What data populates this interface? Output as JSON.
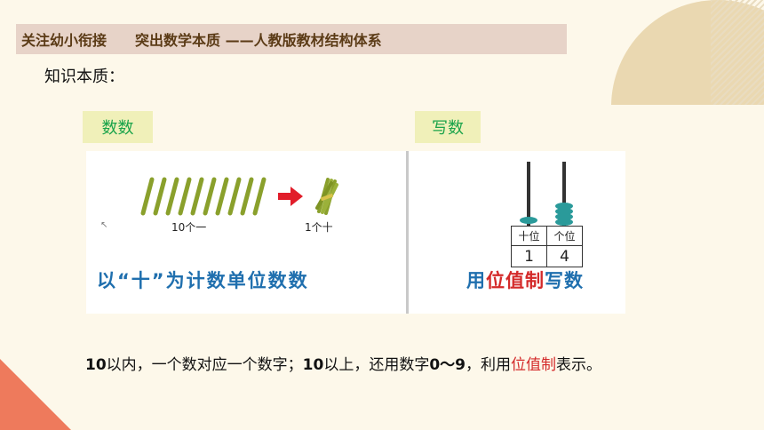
{
  "header": {
    "title": "关注幼小衔接　　突出数学本质 ——人教版教材结构体系"
  },
  "subtitle": "知识本质：",
  "tags": {
    "count": "数数",
    "write": "写数"
  },
  "left_panel": {
    "sticks_label": "10个一",
    "bundle_label": "1个十",
    "caption": "以“十”为计数单位数数"
  },
  "right_panel": {
    "caption_prefix": "用",
    "caption_highlight": "位值制",
    "caption_suffix": "写数",
    "table": {
      "headers": [
        "十位",
        "个位"
      ],
      "values": [
        "1",
        "4"
      ]
    }
  },
  "description": {
    "part1_num": "10",
    "part1": "以内，一个数对应一个数字；",
    "part2_num": "10",
    "part2": "以上，还用数字",
    "range": "0～9",
    "part3": "，利用",
    "highlight": "位值制",
    "part4": "表示。"
  },
  "colors": {
    "accent_green": "#1aa34a",
    "highlight_red": "#d42a2a",
    "caption_blue": "#1f6fae",
    "bead_teal": "#2a9a9a"
  }
}
